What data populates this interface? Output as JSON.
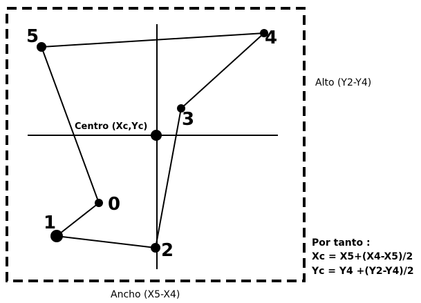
{
  "labels": {
    "center": "Centro (Xc,Yc)",
    "height": "Alto (Y2-Y4)",
    "width": "Ancho (X5-X4)"
  },
  "formulas": {
    "intro": "Por tanto :",
    "xc": "Xc = X5+(X4-X5)/2",
    "yc": "Yc = Y4 +(Y2-Y4)/2"
  },
  "points": [
    {
      "id": "0",
      "label": "0"
    },
    {
      "id": "1",
      "label": "1"
    },
    {
      "id": "2",
      "label": "2"
    },
    {
      "id": "3",
      "label": "3"
    },
    {
      "id": "4",
      "label": "4"
    },
    {
      "id": "5",
      "label": "5"
    }
  ],
  "colors": {
    "stroke": "#000000",
    "background": "#ffffff"
  }
}
